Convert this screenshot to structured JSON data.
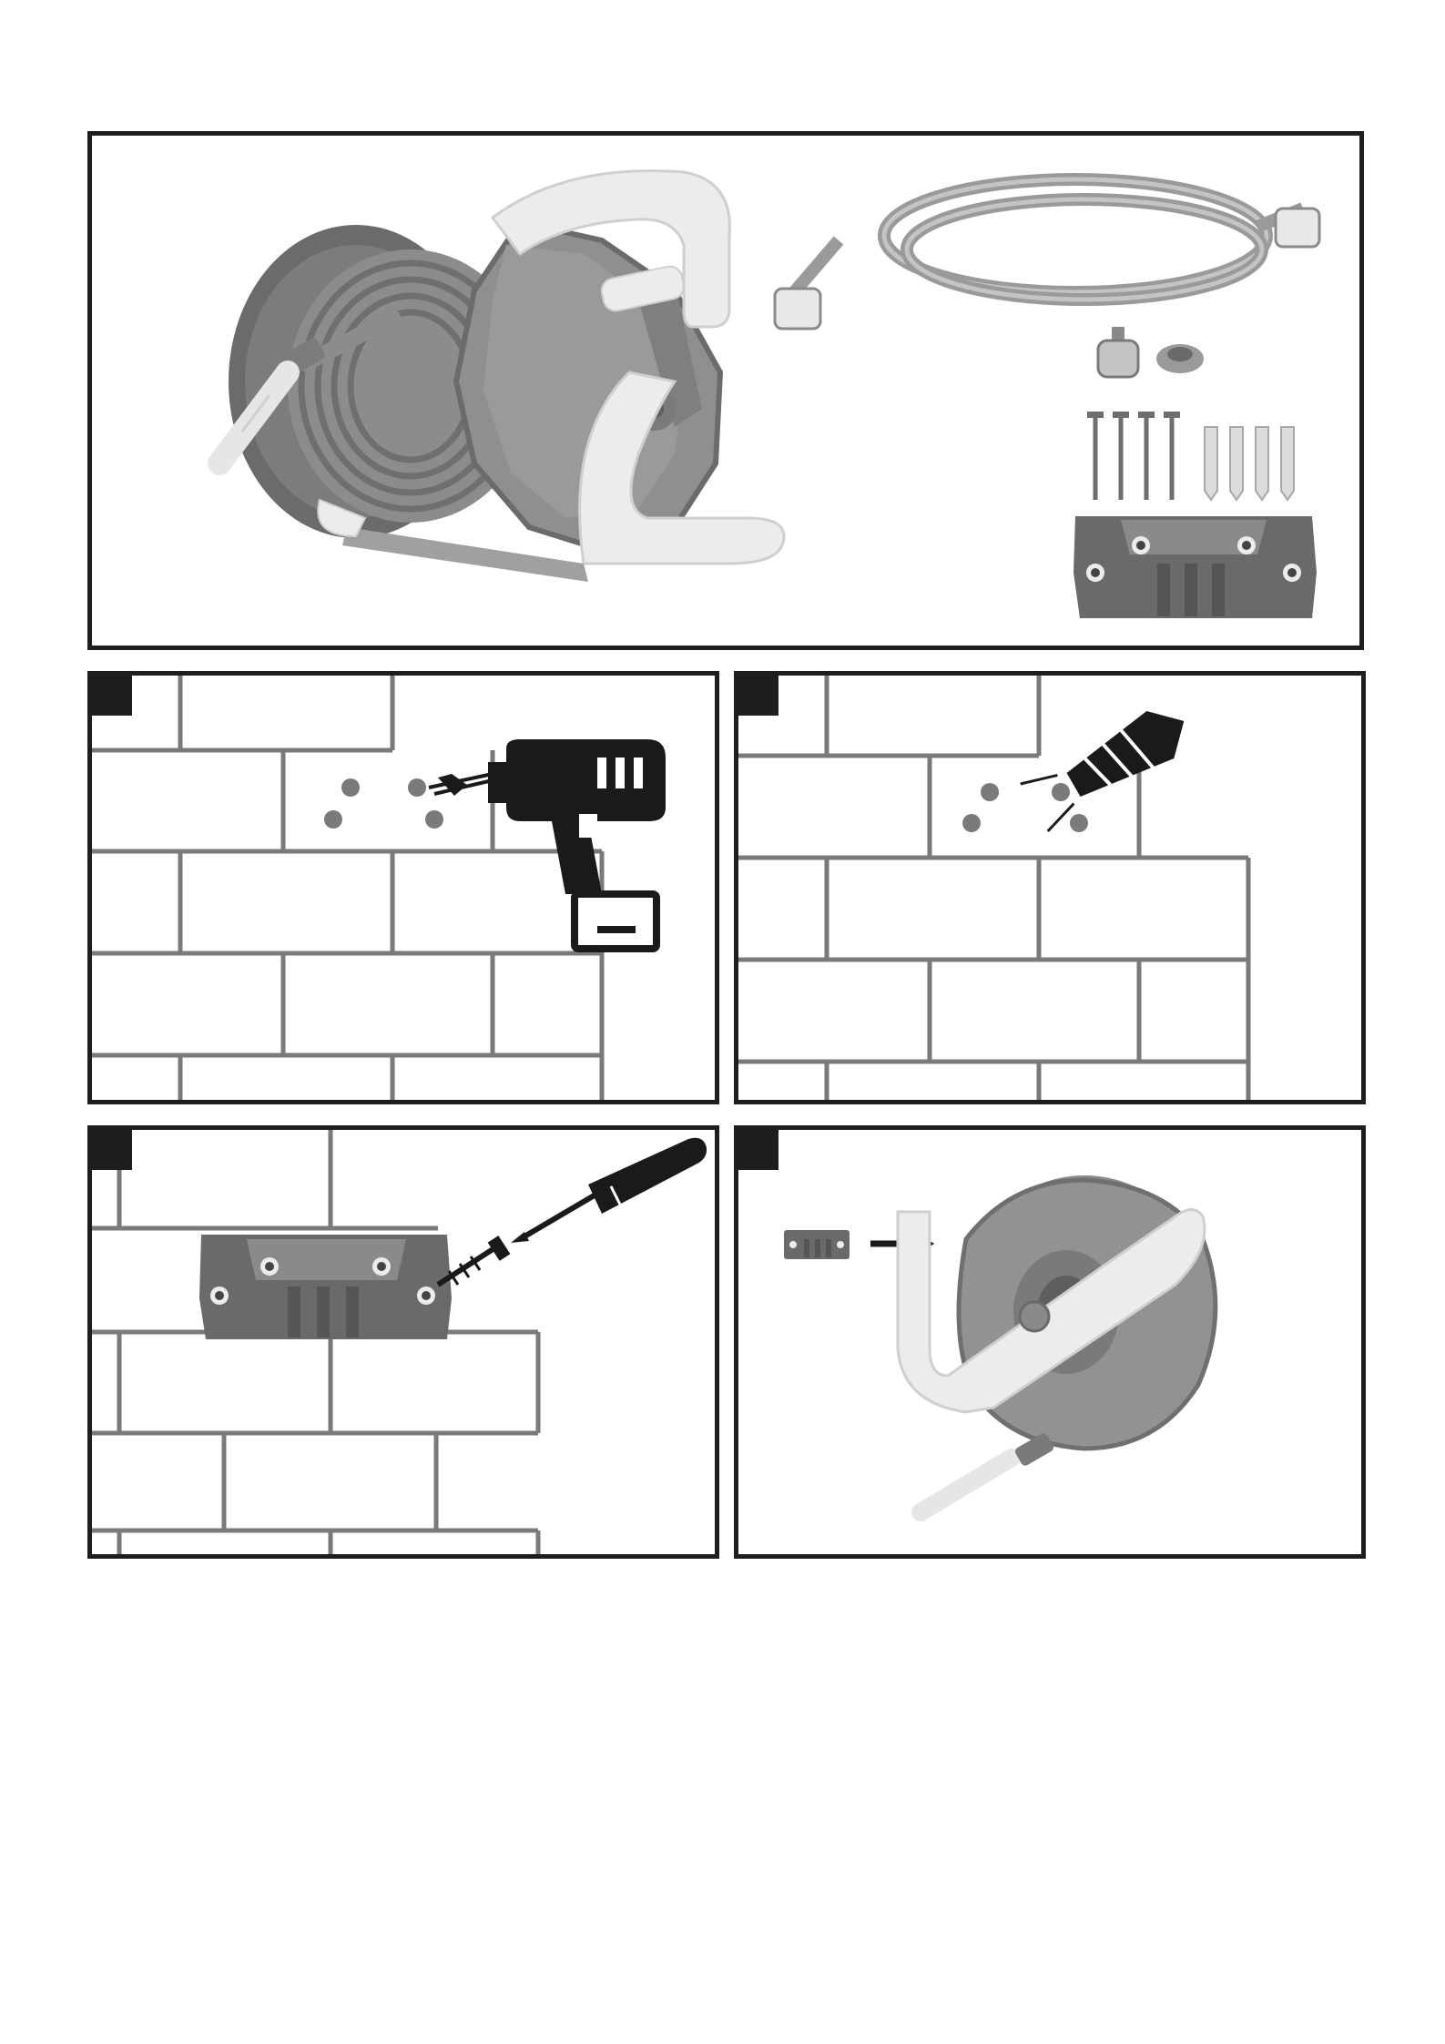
{
  "page": {
    "background": "#ffffff"
  },
  "colors": {
    "frame": "#1e1e1e",
    "brick_line": "#7a7a7a",
    "reel_dark": "#6b6b6b",
    "reel_mid": "#8c8c8c",
    "reel_light": "#a5a5a5",
    "handle": "#ececea",
    "icon_black": "#1a1a1a"
  },
  "overview": {
    "items": [
      "hose-reel",
      "connection-hose",
      "tap-connector",
      "tap-adapter",
      "screws",
      "wall-plugs",
      "wall-bracket"
    ]
  },
  "steps": [
    {
      "id": "step-1",
      "action": "drill-holes",
      "icon": "drill-icon"
    },
    {
      "id": "step-2",
      "action": "insert-wall-plugs",
      "icon": "wall-plug-icon"
    },
    {
      "id": "step-3",
      "action": "screw-bracket",
      "icon": "screwdriver-icon"
    },
    {
      "id": "step-4",
      "action": "hang-reel",
      "icon": "hose-reel-icon"
    }
  ]
}
